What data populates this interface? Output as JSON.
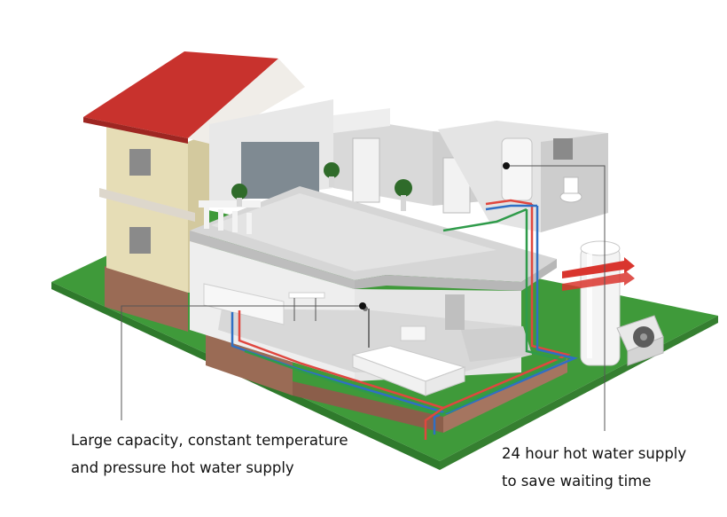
{
  "captions": {
    "left": {
      "line1": "Large capacity, constant temperature",
      "line2": "and pressure hot water supply"
    },
    "right": {
      "line1": "24 hour hot water supply",
      "line2": "to save waiting time"
    }
  },
  "colors": {
    "hot_pipe": "#e0473f",
    "cold_pipe": "#2f6fc4",
    "return_pipe": "#2f9b4a",
    "lawn": "#3f9a3a",
    "roof": "#c8322d",
    "brick": "#9a6b55",
    "leader_line": "#555555",
    "flow_arrow": "#d9352e"
  },
  "icons": [
    "heat-pump-icon",
    "water-tank-icon",
    "bathtub-icon",
    "shower-icon",
    "toilet-icon",
    "kitchen-icon",
    "plant-icon"
  ]
}
